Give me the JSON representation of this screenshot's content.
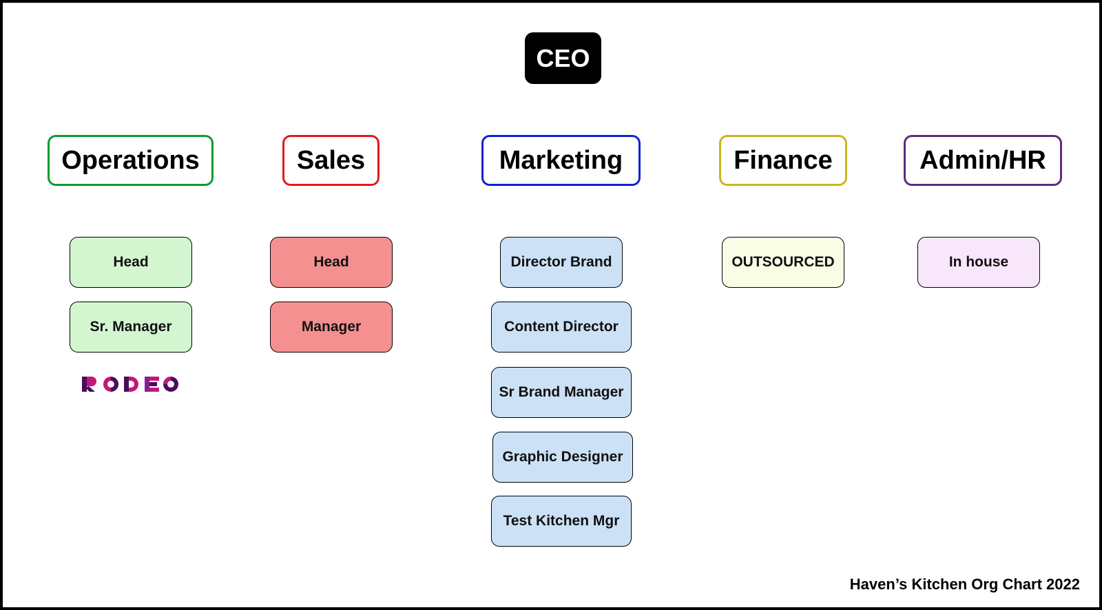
{
  "chart": {
    "root": "CEO",
    "footer": "Haven’s Kitchen Org Chart 2022"
  },
  "departments": {
    "operations": {
      "label": "Operations",
      "border_color": "#0f9a2e",
      "fill": "#d3f6d0",
      "roles": [
        "Head",
        "Sr. Manager"
      ]
    },
    "sales": {
      "label": "Sales",
      "border_color": "#e11a1a",
      "fill": "#f49090",
      "roles": [
        "Head",
        "Manager"
      ]
    },
    "marketing": {
      "label": "Marketing",
      "border_color": "#1020d6",
      "fill": "#cce1f6",
      "roles": [
        "Director Brand",
        "Content Director",
        "Sr Brand Manager",
        "Graphic Designer",
        "Test Kitchen Mgr"
      ]
    },
    "finance": {
      "label": "Finance",
      "border_color": "#c7b61c",
      "fill": "#fafde6",
      "roles": [
        "OUTSOURCED"
      ]
    },
    "admin_hr": {
      "label": "Admin/HR",
      "border_color": "#5e2a7e",
      "fill": "#f8e6fa",
      "roles": [
        "In house"
      ]
    }
  },
  "logo": {
    "text": "RODEO",
    "icon": "rodeo-logo",
    "colors": [
      "#4a0d5c",
      "#c2187a",
      "#8a1f8f"
    ]
  }
}
